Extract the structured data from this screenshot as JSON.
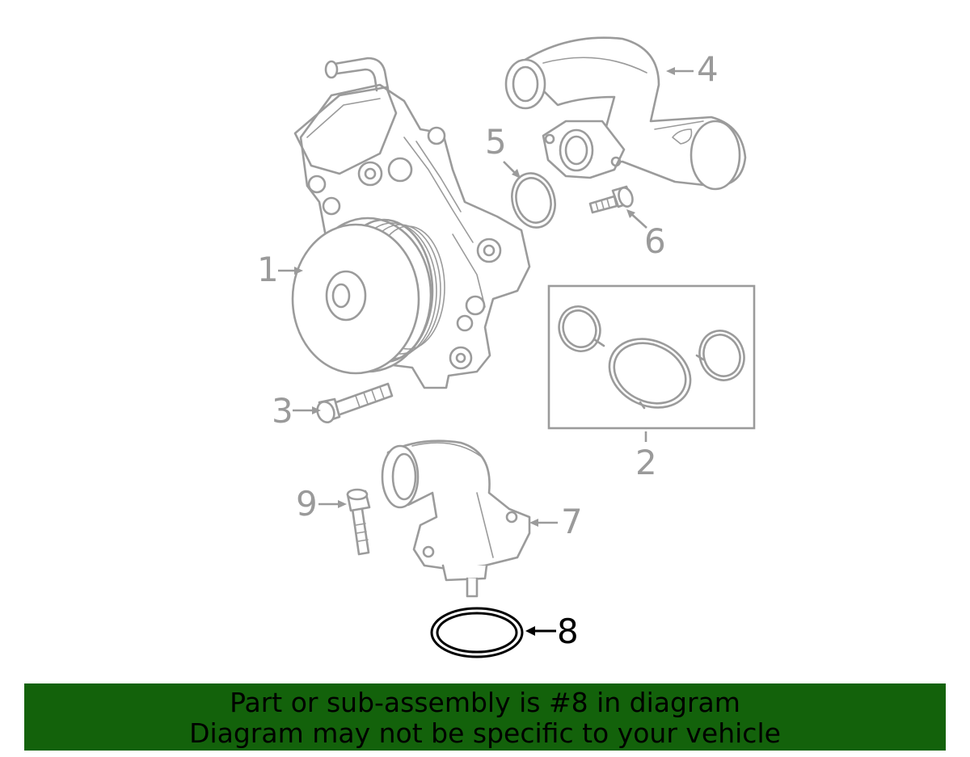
{
  "callouts": [
    {
      "id": "1",
      "label": "1"
    },
    {
      "id": "2",
      "label": "2"
    },
    {
      "id": "3",
      "label": "3"
    },
    {
      "id": "4",
      "label": "4"
    },
    {
      "id": "5",
      "label": "5"
    },
    {
      "id": "6",
      "label": "6"
    },
    {
      "id": "7",
      "label": "7"
    },
    {
      "id": "8",
      "label": "8"
    },
    {
      "id": "9",
      "label": "9"
    }
  ],
  "highlighted_part": "8",
  "banner": {
    "line1": "Part or sub-assembly is #8 in diagram",
    "line2": "Diagram may not be specific to your vehicle",
    "color": "#13620b"
  },
  "colors": {
    "part_line": "#9b9b9b",
    "highlight": "#000000"
  }
}
